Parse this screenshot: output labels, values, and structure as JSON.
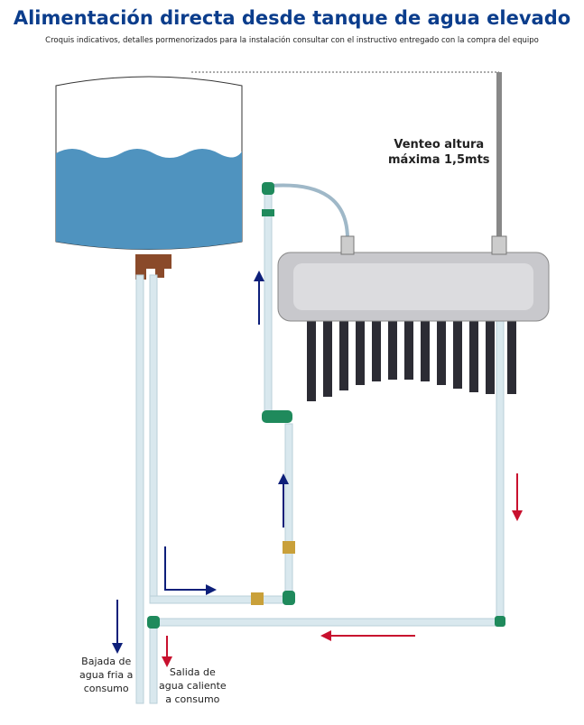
{
  "title": "Alimentación directa desde tanque de agua elevado",
  "subtitle": "Croquis indicativos, detalles pormenorizados para la instalación consultar con el instructivo entregado con la compra del equipo",
  "vent_label": [
    "Venteo altura",
    "máxima 1,5mts"
  ],
  "cold_label": [
    "Bajada de",
    "agua fria a",
    "consumo"
  ],
  "hot_label": [
    "Salida de",
    "agua caliente",
    "a consumo"
  ],
  "colors": {
    "cold_arrow": "#0d1f7a",
    "hot_arrow": "#c8102e",
    "water": "#4f93bf",
    "fitting": "#1f8a5c",
    "pipe": "#d9e8ee"
  }
}
